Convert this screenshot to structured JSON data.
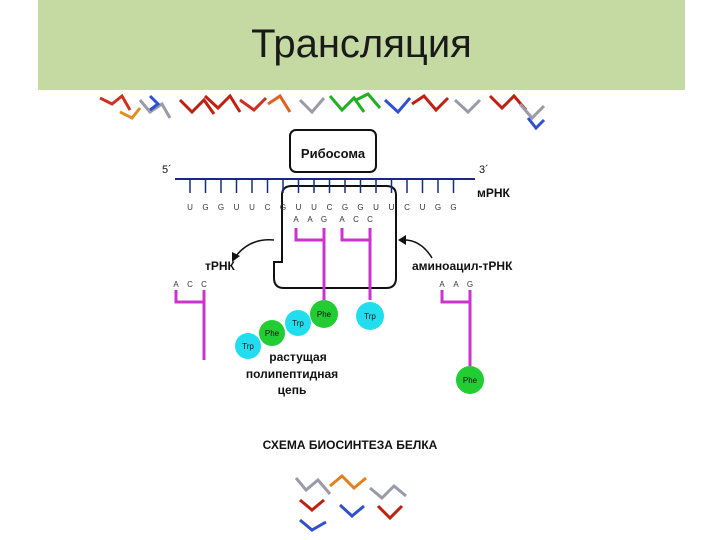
{
  "slide": {
    "title": "Трансляция"
  },
  "diagram": {
    "ribosome_label": "Рибосома",
    "mrna_label": "мРНК",
    "five_prime": "5´",
    "three_prime": "3´",
    "mrna_bases": [
      "U",
      "G",
      "G",
      "U",
      "U",
      "C",
      "G",
      "U",
      "U",
      "C",
      "G",
      "G",
      "U",
      "U",
      "C",
      "U",
      "G",
      "G"
    ],
    "ribosome_anticodons": [
      "A",
      "A",
      "G",
      "A",
      "C",
      "C"
    ],
    "trna_label": "тРНК",
    "trna_anticodon": [
      "A",
      "C",
      "C"
    ],
    "aminoacyl_label": "аминоацил-тРНК",
    "aminoacyl_anticodon": [
      "A",
      "A",
      "G"
    ],
    "amino_acids": {
      "trp": "Trp",
      "phe": "Phe"
    },
    "chain_caption_lines": [
      "растущая",
      "полипептидная",
      "цепь"
    ],
    "scheme_caption": "СХЕМА БИОСИНТЕЗА БЕЛКА",
    "colors": {
      "magenta": "#cc33cc",
      "cyan": "#22ddee",
      "green": "#22cc33",
      "mrna_blue": "#1a2a80"
    }
  }
}
